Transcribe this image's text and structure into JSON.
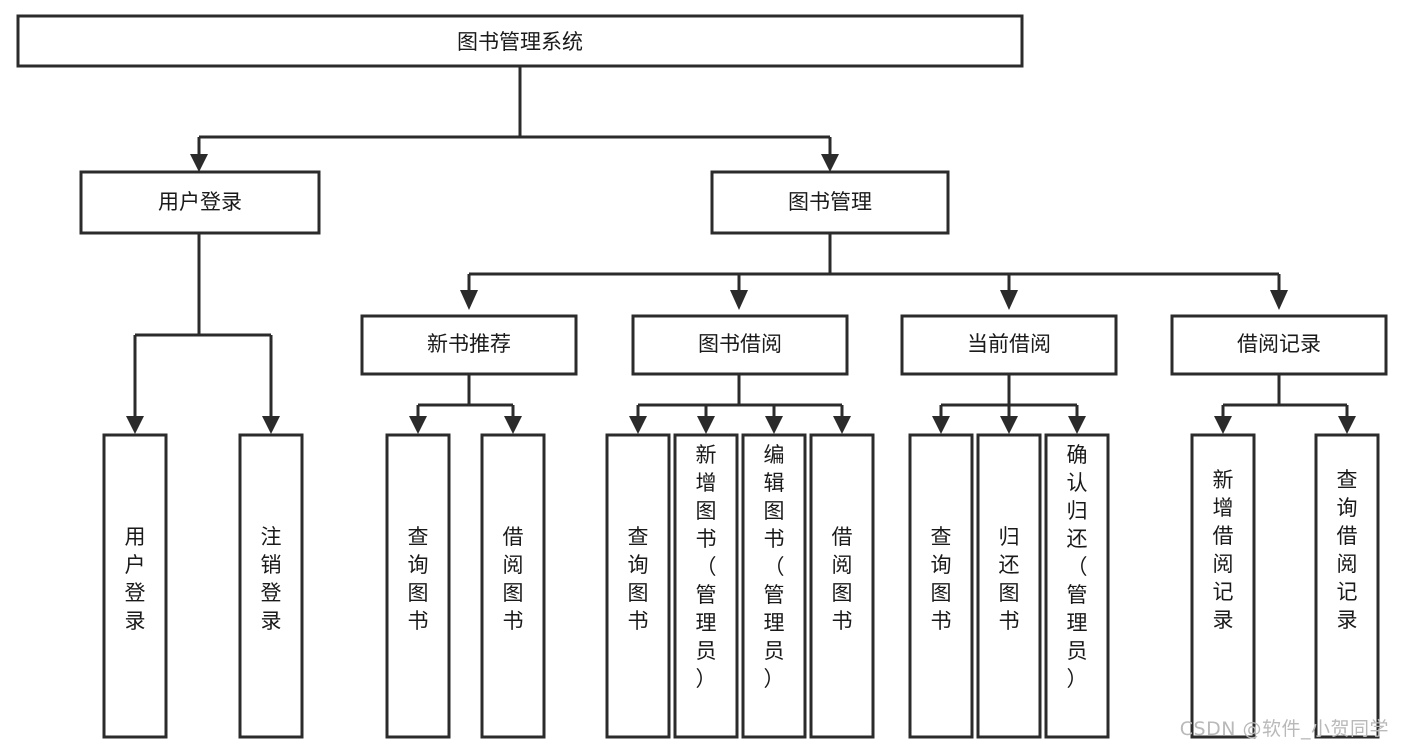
{
  "diagram": {
    "type": "tree",
    "title": "图书管理系统",
    "orientation": "top-down",
    "colors": {
      "box_stroke": "#2b2b2b",
      "box_fill": "#ffffff",
      "connector": "#2b2b2b",
      "text": "#1a1a1a",
      "background": "#ffffff",
      "watermark": "#b9b9b9"
    },
    "levels": {
      "root": "图书管理系统",
      "level2": [
        "用户登录",
        "图书管理"
      ],
      "level3": [
        "新书推荐",
        "图书借阅",
        "当前借阅",
        "借阅记录"
      ],
      "leaves": [
        "用户登录",
        "注销登录",
        "查询图书",
        "借阅图书",
        "查询图书",
        "新增图书（管理员）",
        "编辑图书（管理员）",
        "借阅图书",
        "查询图书",
        "归还图书",
        "确认归还（管理员）",
        "新增借阅记录",
        "查询借阅记录"
      ]
    },
    "nodes": {
      "root": {
        "label": "图书管理系统"
      },
      "user_login": {
        "label": "用户登录"
      },
      "book_manage": {
        "label": "图书管理"
      },
      "new_book_rec": {
        "label": "新书推荐"
      },
      "book_borrow": {
        "label": "图书借阅"
      },
      "current_borrow": {
        "label": "当前借阅"
      },
      "borrow_record": {
        "label": "借阅记录"
      },
      "leaf_user_login": {
        "label": "用户登录"
      },
      "leaf_logout": {
        "label": "注销登录"
      },
      "leaf_query_book_1": {
        "label": "查询图书"
      },
      "leaf_borrow_book_1": {
        "label": "借阅图书"
      },
      "leaf_query_book_2": {
        "label": "查询图书"
      },
      "leaf_add_book": {
        "label": "新增图书（管理员）"
      },
      "leaf_edit_book": {
        "label": "编辑图书（管理员）"
      },
      "leaf_borrow_book_2": {
        "label": "借阅图书"
      },
      "leaf_query_book_3": {
        "label": "查询图书"
      },
      "leaf_return_book": {
        "label": "归还图书"
      },
      "leaf_confirm_return": {
        "label": "确认归还（管理员）"
      },
      "leaf_add_record": {
        "label": "新增借阅记录"
      },
      "leaf_query_record": {
        "label": "查询借阅记录"
      }
    }
  },
  "watermark": {
    "text": "CSDN @软件_小贺同学"
  }
}
